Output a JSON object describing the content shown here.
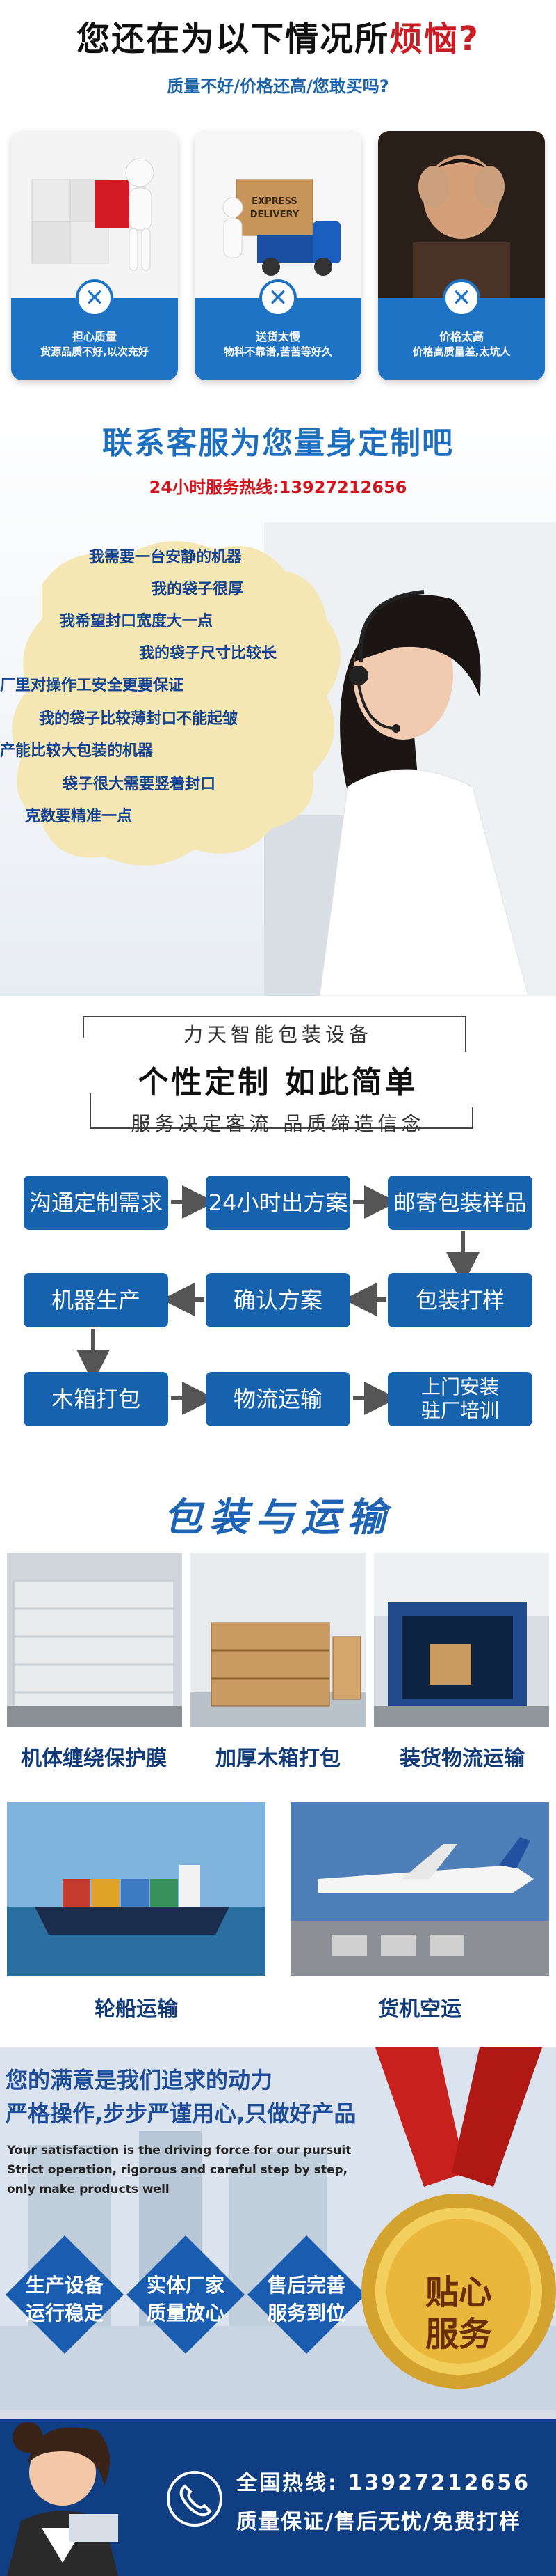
{
  "worries": {
    "title_prefix": "您还在为以下情况所",
    "title_highlight": "烦恼?",
    "subtitle": "质量不好/价格还高/您敢买吗?",
    "cards": [
      {
        "line1": "担心质量",
        "line2": "货源品质不好,以次充好"
      },
      {
        "line1": "送货太慢",
        "line2": "物料不靠谱,苦苦等好久"
      },
      {
        "line1": "价格太高",
        "line2": "价格高质量差,太坑人"
      }
    ],
    "icon": "x-circle-icon"
  },
  "service": {
    "heading": "联系客服为您量身定制吧",
    "hotline": "24小时服务热线:13927212656",
    "needs": [
      "我需要一台安静的机器",
      "我的袋子很厚",
      "我希望封口宽度大一点",
      "我的袋子尺寸比较长",
      "厂里对操作工安全更要保证",
      "我的袋子比较薄封口不能起皱",
      "产能比较大包装的机器",
      "袋子很大需要竖着封口",
      "克数要精准一点"
    ]
  },
  "process": {
    "brand": "力天智能包装设备",
    "big": "个性定制 如此简单",
    "motto": "服务决定客流 品质缔造信念",
    "steps": [
      "沟通定制需求",
      "24小时出方案",
      "邮寄包装样品",
      "包装打样",
      "确认方案",
      "机器生产",
      "木箱打包",
      "物流运输",
      "上门安装",
      "驻厂培训"
    ]
  },
  "packing": {
    "heading": "包装与运输",
    "captions": [
      "机体缠绕保护膜",
      "加厚木箱打包",
      "装货物流运输",
      "轮船运输",
      "货机空运"
    ]
  },
  "satisfaction": {
    "line1": "您的满意是我们追求的动力",
    "line2": "严格操作,步步严谨用心,只做好产品",
    "en1": "Your satisfaction is the driving force for our pursuit",
    "en2": "Strict operation, rigorous and careful step by step,",
    "en3": "only make products well",
    "diamonds": [
      {
        "a": "生产设备",
        "b": "运行稳定"
      },
      {
        "a": "实体厂家",
        "b": "质量放心"
      },
      {
        "a": "售后完善",
        "b": "服务到位"
      }
    ],
    "medal_a": "贴心",
    "medal_b": "服务"
  },
  "footer": {
    "phone": "全国热线: 13927212656",
    "slogan": "质量保证/售后无忧/免费打样"
  },
  "colors": {
    "primary": "#1f73c4",
    "dark_blue": "#0f3f82",
    "red": "#c81d25"
  }
}
